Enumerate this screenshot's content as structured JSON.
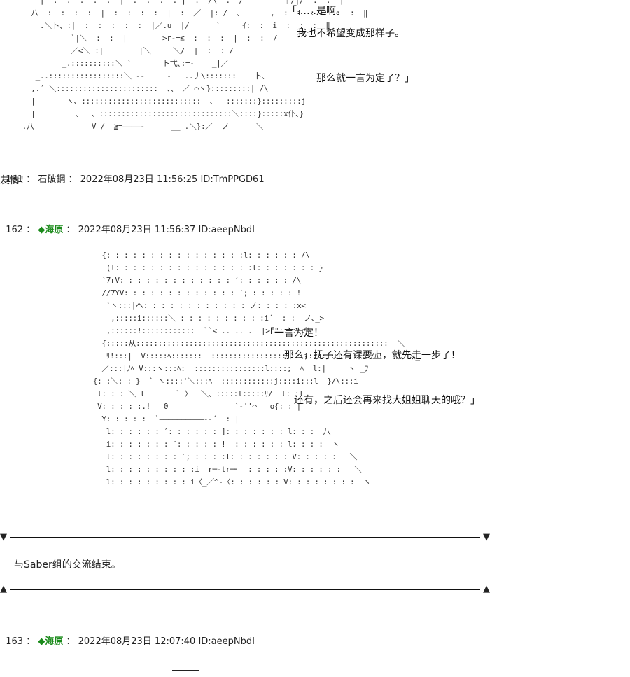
{
  "art_top": [
    "         |  :  :  :  :  :  |  :  :  :  : |  :  /\\  :  /         ｜/|/  :  :  |",
    "       八  :  :  :  :  |  :  :  :  :  |  :  ／  |: /  、      ,  :  i  :  :  :  :  ‖",
    "         .＼卜、:|  :  :  :  :  :  |／.u  |/      `     ｲ:  :  i  :  :  :  ‖",
    "                `|＼  :  :  |        >r‐=≦  :  :  :  |  :  :  /",
    "                ／<＼ :|        |＼     ＼/__|  :  : /",
    "              _.::::::::::＼ `       ト弌､:=-    _|／",
    "        _..:::::::::::::::::＼ -‐     -   ..丿\\:::::::    卜、",
    "       ,.´ ＼:::::::::::::::::::::::  、、 ／ ⌒ヽ}:::::::::| /\\",
    "       |       ヽ、:::::::::::::::::::::::::::  、  :::::::}:::::::::j",
    "       |         、  、::::::::::::::::::::::::::::::＼::::}:::::x仆、}",
    "     .八             V /  ≧=――――‐      __ .＼}:／  ノ      ＼"
  ],
  "dialog_top": [
    "「……是啊。",
    "　我也不希望变成那样子。",
    "",
    "　　　那么就一言为定了？」"
  ],
  "post161": {
    "num": "161",
    "name": "石破鋼",
    "date": "2022年08月23日 11:56:25",
    "id": "ID:TmPPGD61",
    "body": "友情！"
  },
  "post162": {
    "num": "162",
    "name": "◆海原",
    "date": "2022年08月23日 11:56:37",
    "id": "ID:aeepNbdI"
  },
  "art_mid": [
    "                       {: : : : : : : : : : : : : : : :l: : : : : : /\\",
    "                      __(l: : : : : : : : : : : : : : : :l: : : : : : : }",
    "                       `7rV: : : : : : : : : : : : : ′: : : : : : /\\",
    "                       //7YV: : : : : : : : : : : : : ′; : : : : : !",
    "                        `ヽ:::|ヘ: : : : : : : : : : : : ノ: : : : :x<",
    "                         ,:::::i::::::＼ : : : : : : : : : :i´  : :  ノ､_>",
    "                        ,::::::!::::::::::::  ``<_.._.._.__|>\"\"::::::＼",
    "                       {:::::从:::::::::::::::::::::::::::::::::::::::::::::::::::::::::  ＼",
    "                        ﾘ!:::|  V:::::ﾍ:::::::  :::::::::::::::::::::i::::::::::::::/ﾊ!  ＼  ＼_",
    "                       ／:::|ﾉﾍ V:::ヽ:::ﾍ:  ::::::::::::::::l::::;  ﾍ  l:|     ヽ _ﾌ",
    "                     {: :＼: : }  ` ヽ::::'＼:::ﾍ  ::::::::::::j::::i:::l  }/\\:::i",
    "                      l: : : ＼ l       ` 〉  ＼、:::::l:::::ﾘ/  l: :l",
    "                      V: : : : :.!   0               `‐''⌒   o{: : |",
    "                       Y: : : : :  `――――――――――‐-´  : |",
    "                        l: : : : : : ′: : : : : : ]: : : : : : : l: : :  八",
    "                        i: : : : : : : ′: : : : : !  : : : : : : l: : : :  ヽ",
    "                        l: : : : : : : : ′; : : : :l: : : : : : : V: : : : :   ＼",
    "                        l: : : : : : : : : :i  r─‐tr─┐  : : : : :V: : : : : :   ＼",
    "                        l: : : : : : : : : i〈_／^‐〈: : : : : : V: : : : : : : :  ヽ"
  ],
  "dialog_mid": [
    "「一言为定！",
    "　　那么，抚子还有课要上，就先走一步了！",
    "",
    "　　　还有，之后还会再来找大姐姐聊天的哦？」"
  ],
  "divider_down": {
    "left": "▼",
    "right": "▼"
  },
  "divider_up": {
    "left": "▲",
    "right": "▲"
  },
  "note": "与Saber组的交流结束。",
  "post163": {
    "num": "163",
    "name": "◆海原",
    "date": "2022年08月23日 12:07:40",
    "id": "ID:aeepNbdI"
  }
}
